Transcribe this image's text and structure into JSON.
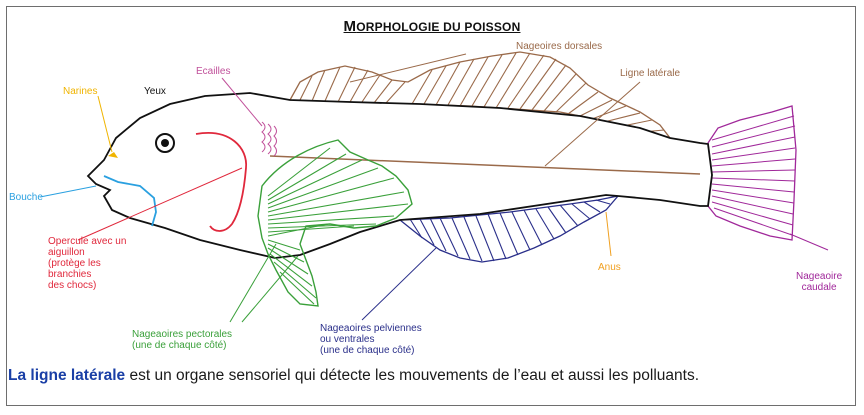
{
  "title_first": "M",
  "title_rest": "ORPHOLOGIE DU POISSON",
  "labels": {
    "dorsal": "Nageoires dorsales",
    "ecailles": "Ecailles",
    "yeux": "Yeux",
    "narines": "Narines",
    "ligne": "Ligne latérale",
    "bouche": "Bouche",
    "opercule": "Opercule avec un\naiguillon\n(protège les\nbranchies\ndes chocs)",
    "anus": "Anus",
    "caudale": "Nageaoire\ncaudale",
    "pectorales": "Nageaoires pectorales\n(une de chaque côté)",
    "pelviennes": "Nageaoires pelviennes\nou ventrales\n(une de chaque côté)"
  },
  "caption": {
    "bold": "La ligne latérale",
    "rest": " est un organe sensoriel qui détecte les mouvements de l’eau et aussi les polluants."
  },
  "colors": {
    "dorsal": "#9a6a4a",
    "caudal": "#a0289a",
    "pectoral": "#3aa03a",
    "pelvic": "#2a2f8a",
    "opercule": "#e0283c",
    "narines": "#f0b400",
    "bouche": "#2aa0e0",
    "ecailles": "#c0509a",
    "anus": "#f0a020"
  }
}
